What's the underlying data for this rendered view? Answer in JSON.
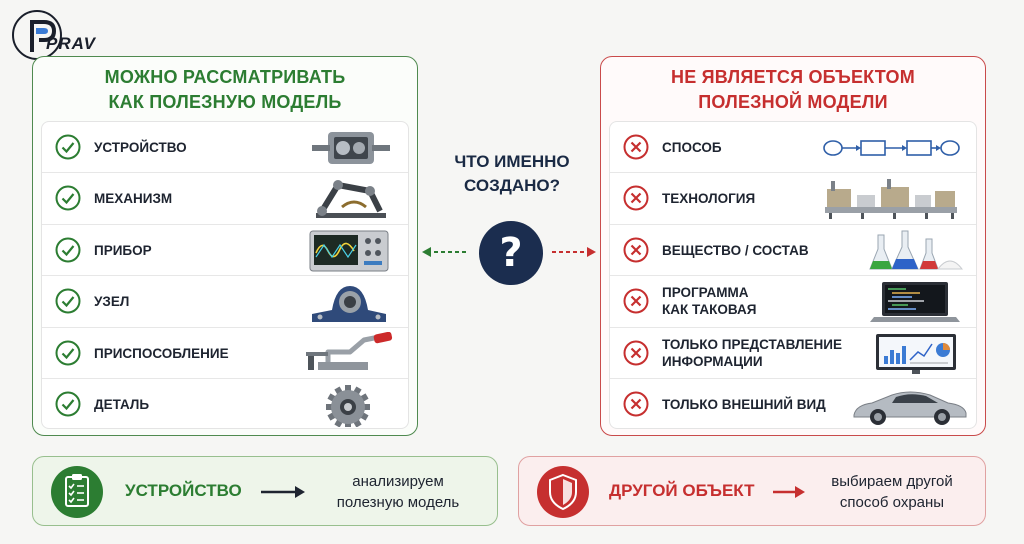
{
  "logo": {
    "text": "PRAV"
  },
  "left_panel": {
    "title_line1": "МОЖНО РАССМАТРИВАТЬ",
    "title_line2": "КАК ПОЛЕЗНУЮ МОДЕЛЬ",
    "items": [
      {
        "label": "УСТРОЙСТВО",
        "image": "gearbox-image"
      },
      {
        "label": "МЕХАНИЗМ",
        "image": "linkage-image"
      },
      {
        "label": "ПРИБОР",
        "image": "oscilloscope-image"
      },
      {
        "label": "УЗЕЛ",
        "image": "bearing-unit-image"
      },
      {
        "label": "ПРИСПОСОБЛЕНИЕ",
        "image": "toggle-clamp-image"
      },
      {
        "label": "ДЕТАЛЬ",
        "image": "gear-image"
      }
    ]
  },
  "right_panel": {
    "title_line1": "НЕ ЯВЛЯЕТСЯ ОБЪЕКТОМ",
    "title_line2": "ПОЛЕЗНОЙ МОДЕЛИ",
    "items": [
      {
        "label_line1": "СПОСОБ",
        "label_line2": "",
        "image": "process-flow-image"
      },
      {
        "label_line1": "ТЕХНОЛОГИЯ",
        "label_line2": "",
        "image": "production-line-image"
      },
      {
        "label_line1": "ВЕЩЕСТВО / СОСТАВ",
        "label_line2": "",
        "image": "flasks-image"
      },
      {
        "label_line1": "ПРОГРАММА",
        "label_line2": "КАК ТАКОВАЯ",
        "image": "laptop-code-image"
      },
      {
        "label_line1": "ТОЛЬКО ПРЕДСТАВЛЕНИЕ",
        "label_line2": "ИНФОРМАЦИИ",
        "image": "dashboard-monitor-image"
      },
      {
        "label_line1": "ТОЛЬКО ВНЕШНИЙ ВИД",
        "label_line2": "",
        "image": "car-image"
      }
    ]
  },
  "center": {
    "question_line1": "ЧТО ИМЕННО",
    "question_line2": "СОЗДАНО?",
    "symbol": "?"
  },
  "bottom_left": {
    "heading": "УСТРОЙСТВО",
    "text_line1": "анализируем",
    "text_line2": "полезную модель",
    "icon": "clipboard-check-icon"
  },
  "bottom_right": {
    "heading": "ДРУГОЙ ОБЪЕКТ",
    "text_line1": "выбираем другой",
    "text_line2": "способ охраны",
    "icon": "shield-icon"
  },
  "colors": {
    "green": "#2c7d32",
    "red": "#c62f2f",
    "navy": "#1b2d4f"
  }
}
